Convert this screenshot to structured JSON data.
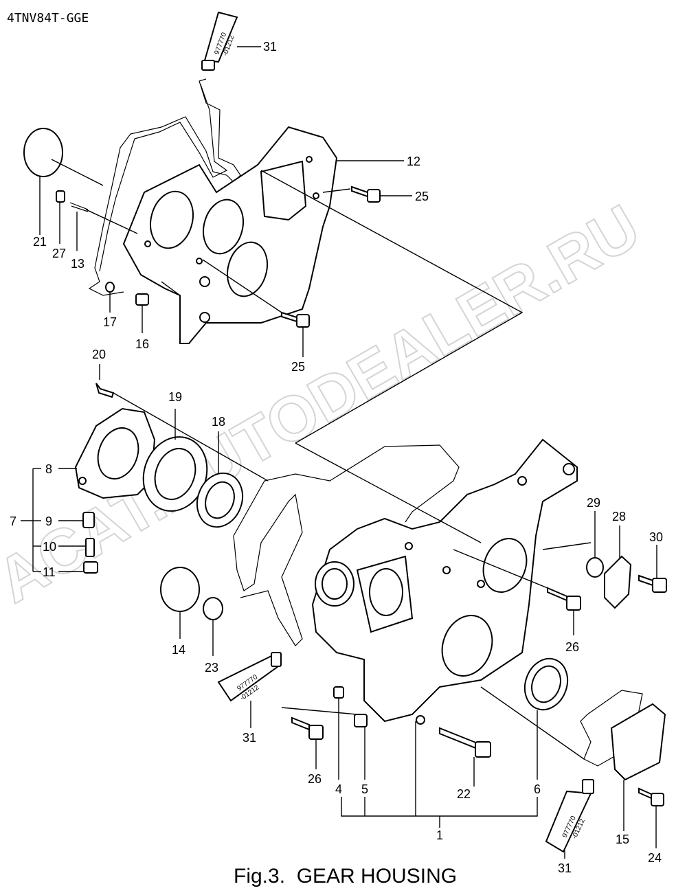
{
  "model_code": "4TNV84T-GGE",
  "figure_title": "Fig.3.  GEAR HOUSING",
  "watermark": "ACAT.AUTODEALER.RU",
  "sealant_tube_code_line1": "977770",
  "sealant_tube_code_line2": "-01212",
  "callouts": [
    "31",
    "12",
    "25",
    "21",
    "27",
    "13",
    "17",
    "16",
    "25",
    "20",
    "19",
    "18",
    "8",
    "7",
    "9",
    "10",
    "11",
    "29",
    "28",
    "30",
    "26",
    "14",
    "23",
    "31",
    "26",
    "4",
    "5",
    "22",
    "6",
    "1",
    "15",
    "24",
    "31"
  ]
}
